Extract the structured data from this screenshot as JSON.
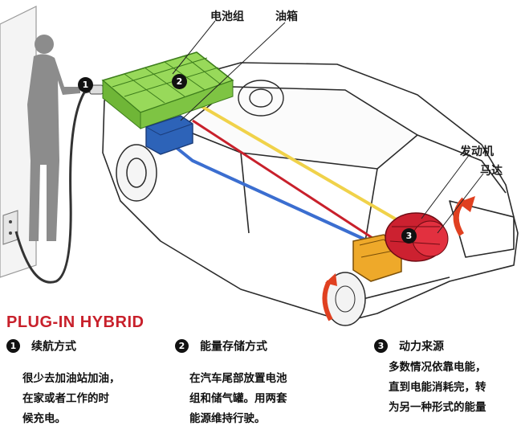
{
  "labels": {
    "battery": "电池组",
    "tank": "油箱",
    "engine": "发动机",
    "motor": "马达"
  },
  "markers": {
    "m1": "1",
    "m2": "2",
    "m3": "3"
  },
  "title": "PLUG-IN HYBRID",
  "sections": [
    {
      "num": "1",
      "heading": "续航方式",
      "lines": [
        "很少去加油站加油，",
        "在家或者工作的时",
        "候充电。"
      ]
    },
    {
      "num": "2",
      "heading": "能量存储方式",
      "lines": [
        "在汽车尾部放置电池",
        "组和储气罐。用两套",
        "能源维持行驶。"
      ]
    },
    {
      "num": "3",
      "heading": "动力来源",
      "lines": [
        "多数情况依靠电能，",
        "直到电能消耗完，转",
        "为另一种形式的能量"
      ]
    }
  ],
  "colors": {
    "title": "#c8202b",
    "battery": "#8fd14f",
    "tank": "#2d63b8",
    "engine": "#e9a422",
    "motor": "#c8202b"
  }
}
